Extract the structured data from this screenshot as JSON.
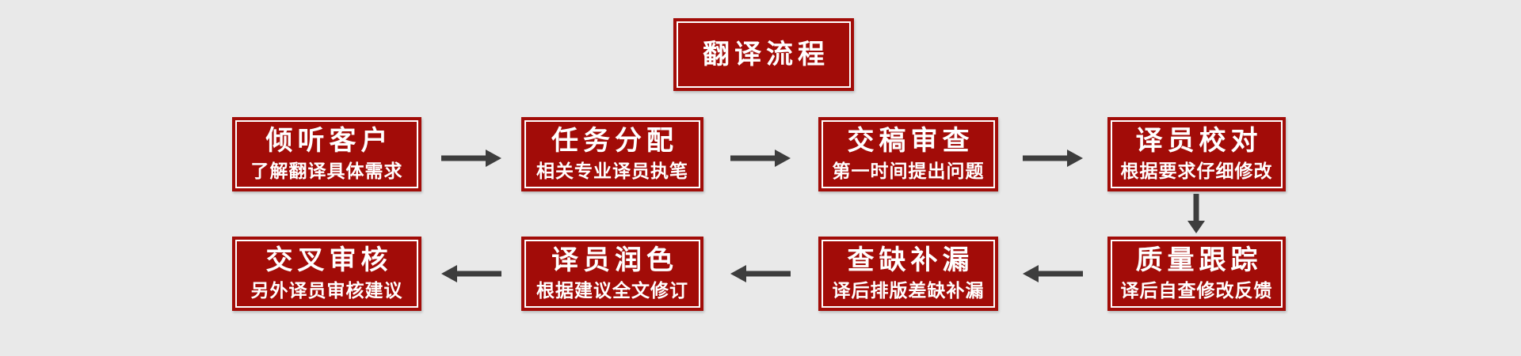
{
  "page": {
    "background": "#e9e9e9"
  },
  "colors": {
    "box_red": "#a20c08",
    "border_white": "#ffffff",
    "arrow_gray": "#3d3d3d",
    "text_white": "#ffffff"
  },
  "title": {
    "label": "翻译流程"
  },
  "flow": {
    "row1": [
      {
        "title": "倾听客户",
        "subtitle": "了解翻译具体需求"
      },
      {
        "title": "任务分配",
        "subtitle": "相关专业译员执笔"
      },
      {
        "title": "交稿审查",
        "subtitle": "第一时间提出问题"
      },
      {
        "title": "译员校对",
        "subtitle": "根据要求仔细修改"
      }
    ],
    "row2": [
      {
        "title": "交叉审核",
        "subtitle": "另外译员审核建议"
      },
      {
        "title": "译员润色",
        "subtitle": "根据建议全文修订"
      },
      {
        "title": "查缺补漏",
        "subtitle": "译后排版差缺补漏"
      },
      {
        "title": "质量跟踪",
        "subtitle": "译后自查修改反馈"
      }
    ],
    "direction": {
      "row1": "left-to-right",
      "row2": "right-to-left",
      "connector": "down from 译员校对 to 质量跟踪"
    },
    "icons": {
      "row1_arrows": "arrow-right-icon",
      "row2_arrows": "arrow-left-icon",
      "connector": "arrow-down-icon"
    }
  }
}
